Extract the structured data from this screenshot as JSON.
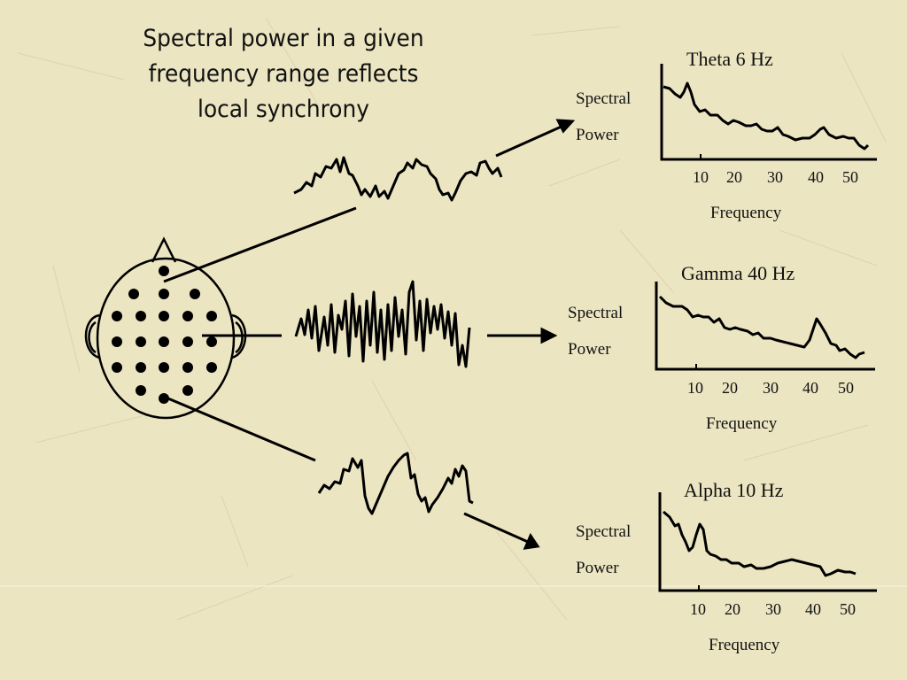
{
  "title_lines": [
    "Spectral power in a given",
    "frequency range reflects",
    "local synchrony"
  ],
  "panels": [
    {
      "title": "Theta 6 Hz",
      "ylabel_top": "Spectral",
      "ylabel_bottom": "Power",
      "xlabel": "Frequency",
      "ticks": [
        "10",
        "20",
        "30",
        "40",
        "50"
      ]
    },
    {
      "title": "Gamma 40 Hz",
      "ylabel_top": "Spectral",
      "ylabel_bottom": "Power",
      "xlabel": "Frequency",
      "ticks": [
        "10",
        "20",
        "30",
        "40",
        "50"
      ]
    },
    {
      "title": "Alpha 10 Hz",
      "ylabel_top": "Spectral",
      "ylabel_bottom": "Power",
      "xlabel": "Frequency",
      "ticks": [
        "10",
        "20",
        "30",
        "40",
        "50"
      ]
    }
  ],
  "colors": {
    "background": "#ebe5c2",
    "ink": "#111111"
  },
  "head": {
    "electrode_count": 22
  }
}
